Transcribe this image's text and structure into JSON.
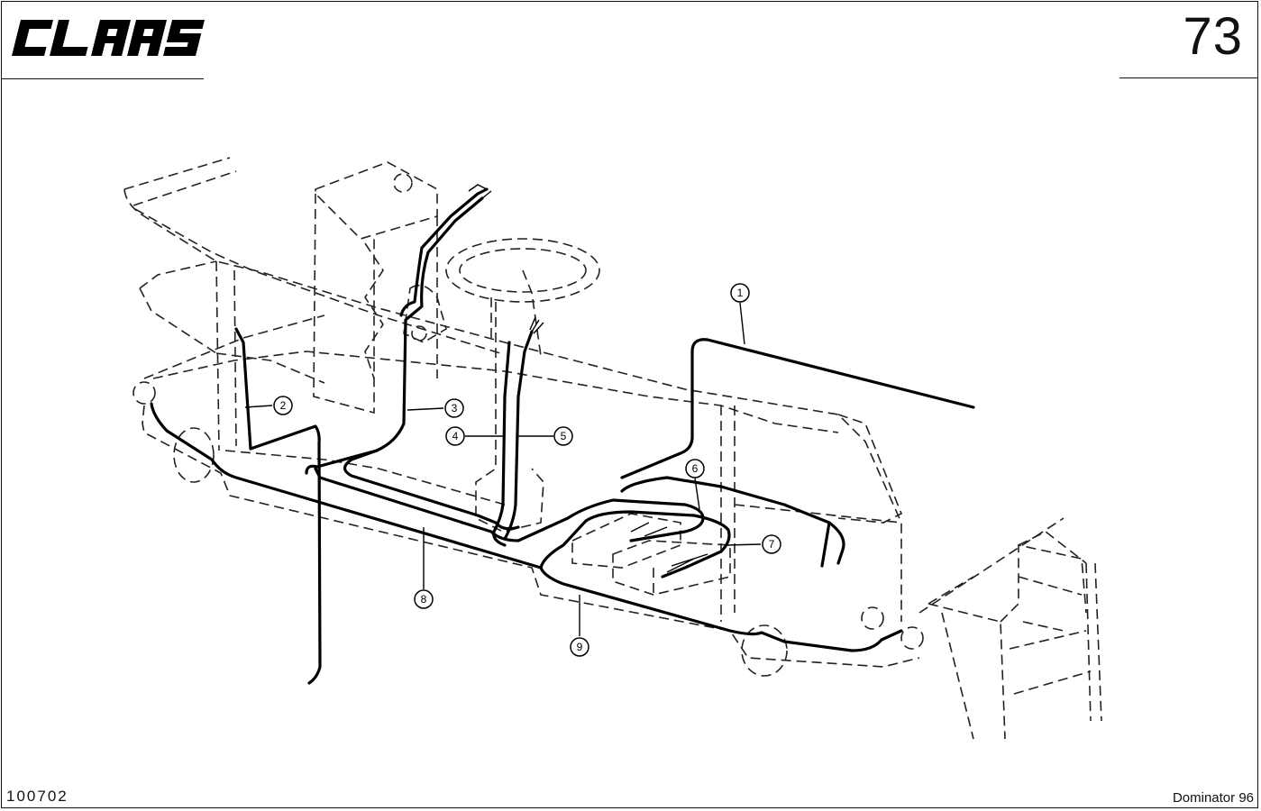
{
  "header": {
    "logo_text": "CLAAS",
    "page_number": "73"
  },
  "footer": {
    "document_id": "100702",
    "model": "Dominator 96"
  },
  "callouts": [
    {
      "label": "1"
    },
    {
      "label": "2"
    },
    {
      "label": "3"
    },
    {
      "label": "4"
    },
    {
      "label": "5"
    },
    {
      "label": "6"
    },
    {
      "label": "7"
    },
    {
      "label": "8"
    },
    {
      "label": "9"
    }
  ]
}
